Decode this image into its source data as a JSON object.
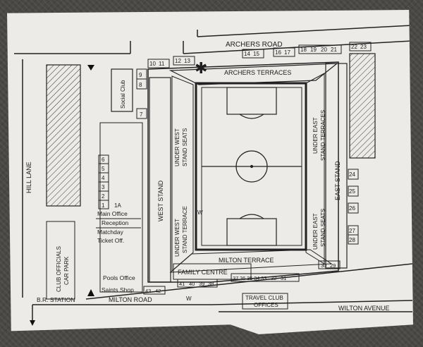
{
  "roads": {
    "archers_road": "ARCHERS ROAD",
    "hill_lane": "HILL LANE",
    "milton_road": "MILTON ROAD",
    "wilton_avenue": "WILTON AVENUE",
    "br_station": "B.R. STATION"
  },
  "buildings": {
    "social_club": "Social Club",
    "main_office": "Main Office",
    "reception": "Reception",
    "matchday_ticket_office": "Matchday\nTicket Off.",
    "pools_office": "Pools Office",
    "saints_shop": "Saints Shop",
    "family_centre": "FAMILY  CENTRE",
    "travel_club_offices": "TRAVEL CLUB\nOFFICES",
    "club_officials_car_park": "CLUB OFFICIALS\nCAR PARK"
  },
  "stands": {
    "archers_terraces": "ARCHERS TERRACES",
    "west_stand": "WEST   STAND",
    "under_west_stand_seats": "UNDER  WEST\nSTAND  SEATS",
    "under_west_stand_terrace": "UNDER  WEST\nSTAND  TERRACE",
    "east_stand": "EAST   STAND",
    "under_east_stand_terraces": "UNDER  EAST\nSTAND  TERRACES",
    "under_east_stand_seats": "UNDER  EAST\nSTAND SEATS",
    "milton_terrace": "MILTON  TERRACE"
  },
  "markers": {
    "w_marker": "W"
  },
  "gates": {
    "top": [
      "10",
      "11",
      "12",
      "13",
      "14",
      "15",
      "16",
      "17",
      "18",
      "19",
      "20",
      "21",
      "22",
      "23"
    ],
    "left_stack": [
      "6",
      "5",
      "4",
      "3",
      "2",
      "1"
    ],
    "left_extra": "1A",
    "club_block": [
      "9",
      "8"
    ],
    "gate_7": "7",
    "right": [
      "24",
      "25",
      "26",
      "27",
      "28"
    ],
    "bottom_right": [
      "29",
      "30",
      "31",
      "32",
      "33",
      "34",
      "35",
      "36",
      "37"
    ],
    "bottom_mid": [
      "38",
      "39",
      "40",
      "41"
    ],
    "bottom_left": [
      "42",
      "43"
    ]
  }
}
